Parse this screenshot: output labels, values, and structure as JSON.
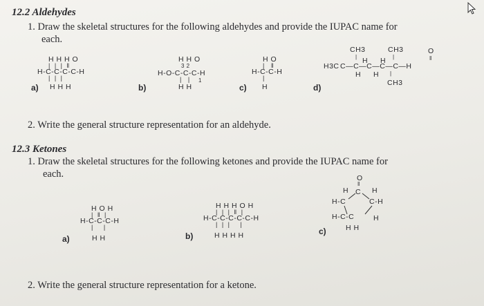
{
  "aldehydes": {
    "heading": "12.2 Aldehydes",
    "q1_line1": "1.  Draw the skeletal structures for the following aldehydes and provide the IUPAC name for",
    "q1_line2": "each.",
    "labels": [
      "a)",
      "b)",
      "c)",
      "d)"
    ],
    "mol_a": {
      "top": "H H H O",
      "mid": "H-C-C-C-C-H",
      "bot": "H H H"
    },
    "mol_b": {
      "top": "H  H  O",
      "nums": "3  2",
      "mid": "H-O-C-C-C-H",
      "bot": "H  H",
      "num1": "1"
    },
    "mol_c": {
      "top": "H  O",
      "mid": "H-C-C-H",
      "bot": "H"
    },
    "mol_d": {
      "ch3_a": "CH3",
      "ch3_b": "CH3",
      "o": "O",
      "h_a": "H",
      "h_b": "H",
      "h3c": "H3C",
      "h_c": "H",
      "h_d": "H",
      "ch3_c": "CH3",
      "chain": "C—C—C—C—C—H"
    },
    "q2": "2.  Write the general structure representation for an aldehyde."
  },
  "ketones": {
    "heading": "12.3 Ketones",
    "q1_line1": "1.  Draw the skeletal structures for the following ketones and provide the IUPAC name for",
    "q1_line2": "each.",
    "labels": [
      "a)",
      "b)",
      "c)"
    ],
    "mol_a": {
      "top": "H O H",
      "mid": "H-C-C-C-H",
      "bot": "H   H"
    },
    "mol_b": {
      "top": "H H H O H",
      "mid": "H-C-C-C-C-C-H",
      "bot": "H H H    H"
    },
    "mol_c": {
      "o": "O",
      "h1": "H",
      "c": "C",
      "h2": "H",
      "hc": "H-C",
      "ch": "C-H",
      "hcc": "H-C-C",
      "h3": "H",
      "hh": "H  H"
    },
    "q2": "2.  Write the general structure representation for a ketone."
  }
}
